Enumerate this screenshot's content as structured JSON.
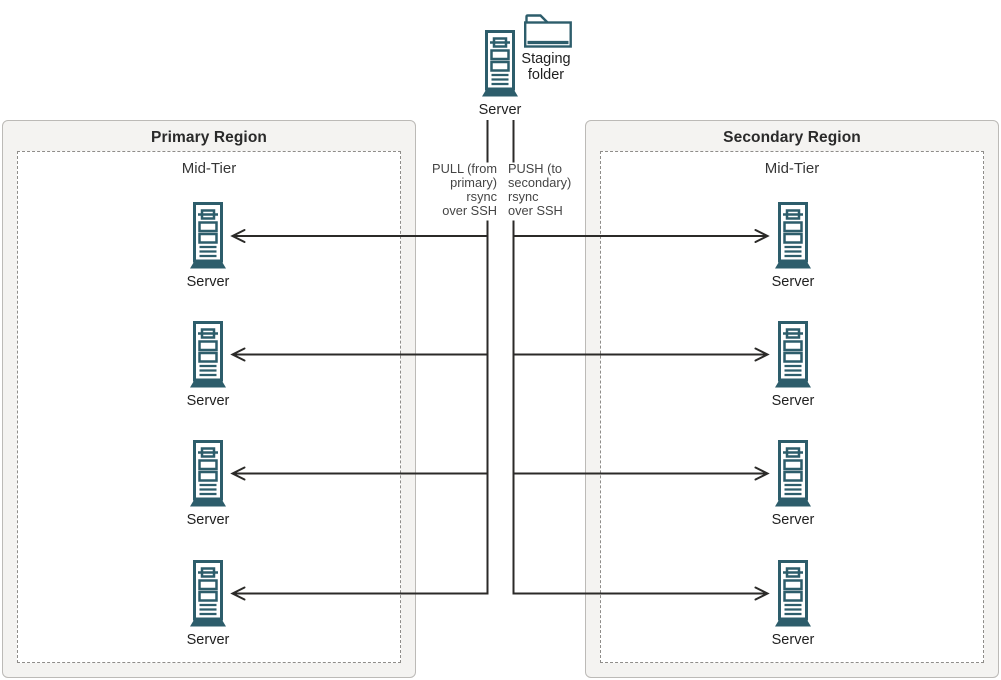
{
  "staging_cluster": {
    "server_label": "Server",
    "folder_label_lines": [
      "Staging",
      "folder"
    ]
  },
  "annotations": {
    "pull_lines": [
      "PULL (from",
      "primary)",
      "rsync",
      "over SSH"
    ],
    "push_lines": [
      "PUSH (to",
      "secondary)",
      "rsync",
      "over SSH"
    ]
  },
  "regions": {
    "primary": {
      "title": "Primary Region",
      "tier": "Mid-Tier",
      "servers": [
        "Server",
        "Server",
        "Server",
        "Server"
      ]
    },
    "secondary": {
      "title": "Secondary Region",
      "tier": "Mid-Tier",
      "servers": [
        "Server",
        "Server",
        "Server",
        "Server"
      ]
    }
  },
  "icons": {
    "server": "server-tower-icon",
    "staging": "folder-icon"
  },
  "colors": {
    "icon_teal": "#2d5d6b",
    "region_fill": "#f4f3f1",
    "region_border": "#bcbab7",
    "dashed_border": "#8f8d8a",
    "connector": "#2b2a28",
    "text_dark": "#1f1f1f",
    "annotation_gray": "#454545"
  }
}
